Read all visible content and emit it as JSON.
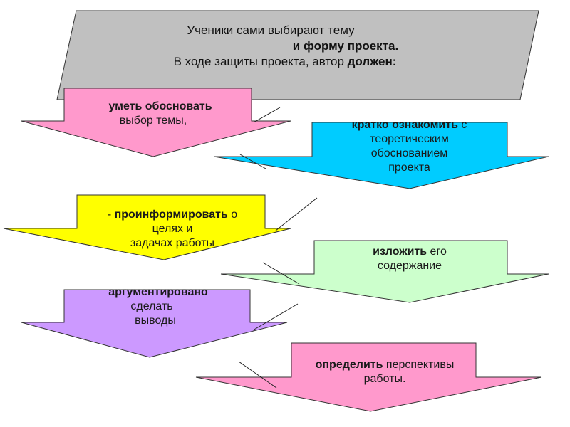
{
  "header": {
    "line1": "Ученики сами выбирают тему",
    "line2": "и форму проекта.",
    "line3_plain": "В ходе защиты проекта, автор ",
    "line3_bold": "должен:"
  },
  "steps": [
    {
      "bold": "уметь обосновать",
      "plain": "выбор темы,"
    },
    {
      "bold": "кратко ознакомить",
      "plain": " с",
      "extra": [
        "теоретическим",
        "обоснованием",
        "проекта"
      ]
    },
    {
      "prefix": "- ",
      "bold": "проинформировать",
      "plain": " о",
      "extra": [
        "целях и",
        "задачах работы"
      ]
    },
    {
      "bold": "изложить",
      "plain": " его",
      "extra": [
        "содержание"
      ]
    },
    {
      "bold": "аргументировано",
      "extra": [
        "сделать",
        "выводы"
      ]
    },
    {
      "bold": "определить",
      "plain": " перспективы",
      "extra": [
        "работы."
      ]
    }
  ],
  "colors": {
    "header_fill": "#c0c0c0",
    "pink": "#ff99cc",
    "cyan": "#00ccff",
    "yellow": "#ffff00",
    "green": "#ccffcc",
    "purple": "#cc99ff",
    "stroke": "#333333"
  }
}
